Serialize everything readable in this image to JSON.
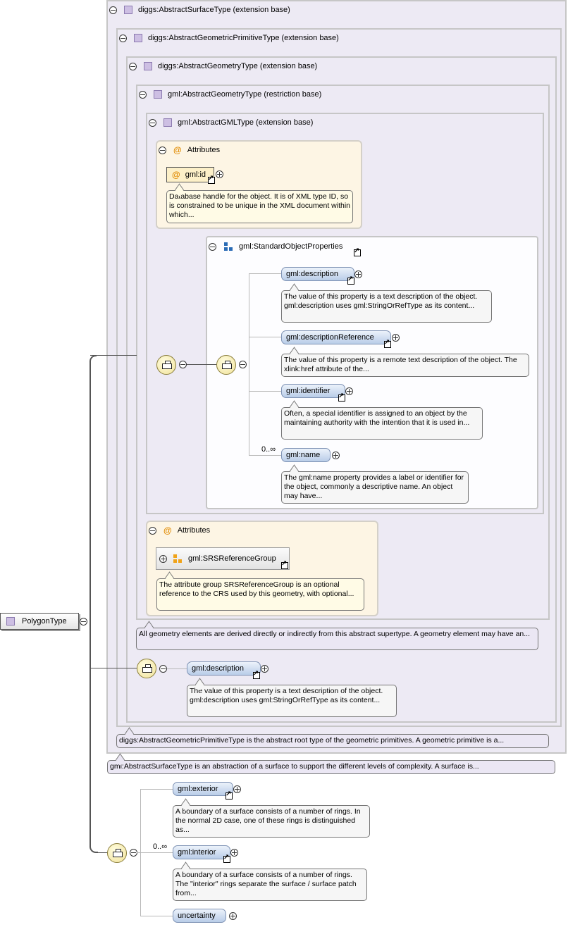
{
  "root": {
    "label": "PolygonType"
  },
  "ext_surface": {
    "label": "diggs:AbstractSurfaceType (extension base)"
  },
  "ext_geo_prim": {
    "label": "diggs:AbstractGeometricPrimitiveType (extension base)"
  },
  "ext_geometry": {
    "label": "diggs:AbstractGeometryType (extension base)"
  },
  "restr_geometry": {
    "label": "gml:AbstractGeometryType (restriction base)"
  },
  "ext_gml": {
    "label": "gml:AbstractGMLType (extension base)"
  },
  "attributes1": {
    "label": "Attributes",
    "gml_id": "gml:id",
    "gml_id_doc": "Database handle for the object. It is of XML type ID, so is constrained to be unique in the XML document within which..."
  },
  "std_props": {
    "label": "gml:StandardObjectProperties",
    "description": "gml:description",
    "description_doc": "The value of this property is a text description of the object. gml:description uses gml:StringOrRefType as its content...",
    "description_ref": "gml:descriptionReference",
    "description_ref_doc": "The value of this property is a remote text description of the object. The xlink:href attribute of the...",
    "identifier": "gml:identifier",
    "identifier_doc": "Often, a special identifier is assigned to an object by the maintaining authority with the intention that it is used in...",
    "name": "gml:name",
    "name_occ": "0..∞",
    "name_doc": "The gml:name property provides a label or identifier for the object, commonly a descriptive name. An object may have..."
  },
  "attributes2": {
    "label": "Attributes",
    "srs_group": "gml:SRSReferenceGroup",
    "srs_doc": "The attribute group SRSReferenceGroup is an optional reference to the CRS used by this geometry, with optional..."
  },
  "geometry_doc": "All geometry elements are derived directly or indirectly from this abstract supertype. A geometry element may have an...",
  "diggs_description": {
    "label": "gml:description",
    "doc": "The value of this property is a text description of the object. gml:description uses gml:StringOrRefType as its content..."
  },
  "geo_prim_doc": "diggs:AbstractGeometricPrimitiveType is the abstract root type of the geometric primitives. A geometric primitive is a...",
  "surface_doc": "gml:AbstractSurfaceType is an abstraction of a surface to support the different levels of complexity. A surface is...",
  "polygon_seq": {
    "exterior": "gml:exterior",
    "exterior_doc": "A boundary of a surface consists of a number of rings. In the normal 2D case, one of these rings is distinguished as...",
    "interior": "gml:interior",
    "interior_occ": "0..∞",
    "interior_doc": "A boundary of a surface consists of a number of rings. The \"interior\" rings separate the surface / surface patch from...",
    "uncertainty": "uncertainty"
  }
}
